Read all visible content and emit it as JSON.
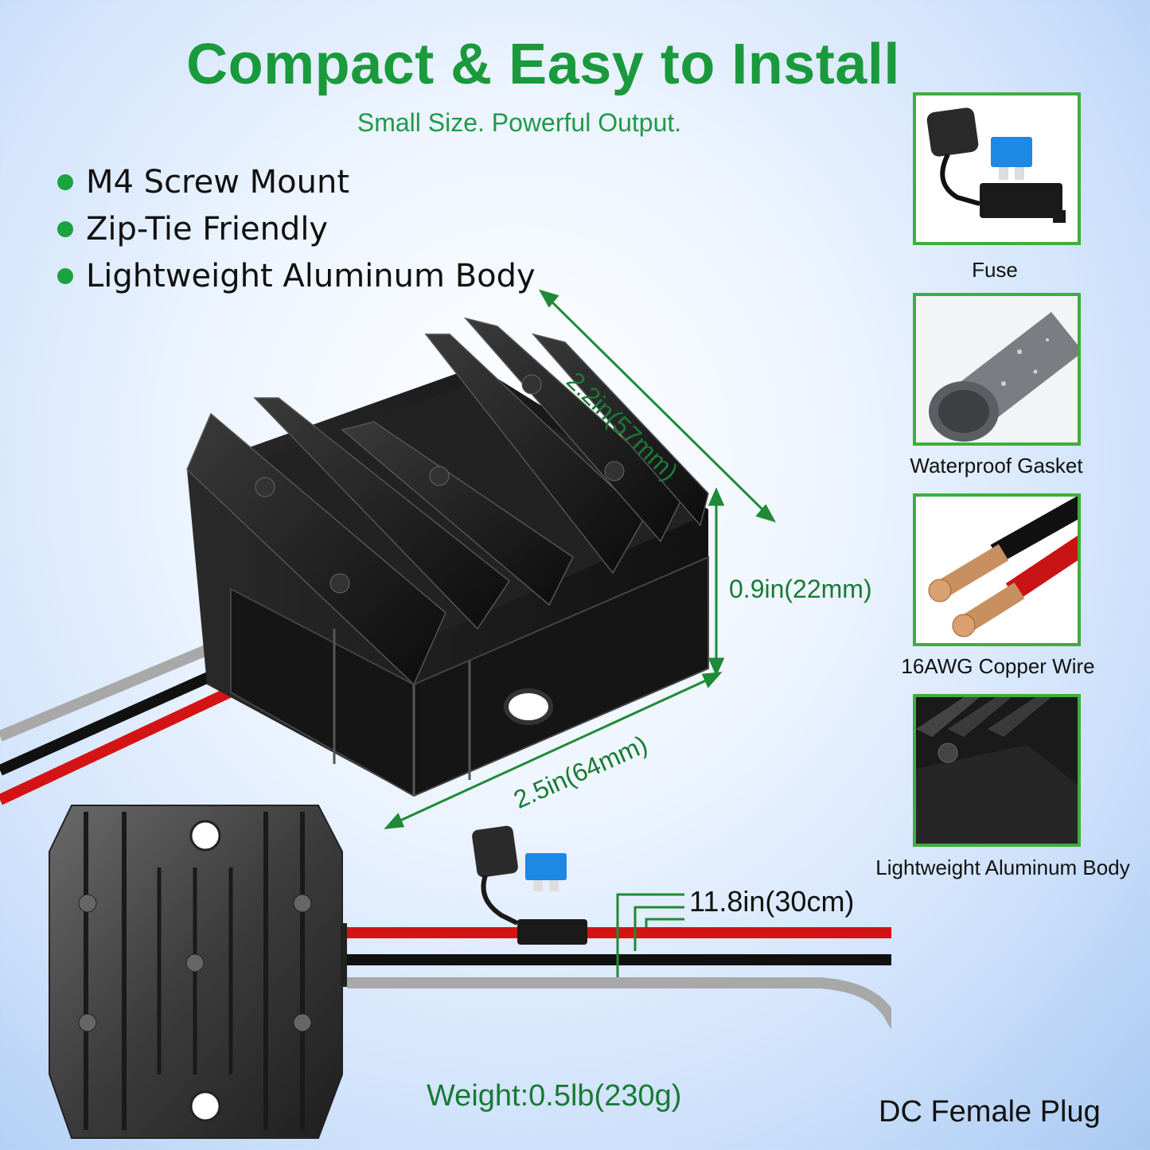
{
  "header": {
    "title": "Compact & Easy to Install",
    "subtitle": "Small Size. Powerful Output."
  },
  "features": [
    "M4 Screw Mount",
    "Zip-Tie Friendly",
    "Lightweight Aluminum Body"
  ],
  "accessories": [
    {
      "label": "Fuse",
      "icon": "fuse-icon"
    },
    {
      "label": "Waterproof Gasket",
      "icon": "gasket-icon"
    },
    {
      "label": "16AWG Copper Wire",
      "icon": "copper-wire-icon"
    },
    {
      "label": "Lightweight Aluminum Body",
      "icon": "heatsink-icon"
    }
  ],
  "dimensions": {
    "depth": "2.2in(57mm)",
    "height": "0.9in(22mm)",
    "width": "2.5in(64mm)",
    "cable_length": "11.8in(30cm)",
    "weight": "Weight:0.5lb(230g)"
  },
  "connector_label": "DC Female Plug",
  "colors": {
    "accent_green": "#1a9a3c",
    "frame_green": "#3fae3a",
    "wire_red": "#d41414",
    "wire_black": "#111111",
    "wire_gray": "#a8a8a8"
  }
}
